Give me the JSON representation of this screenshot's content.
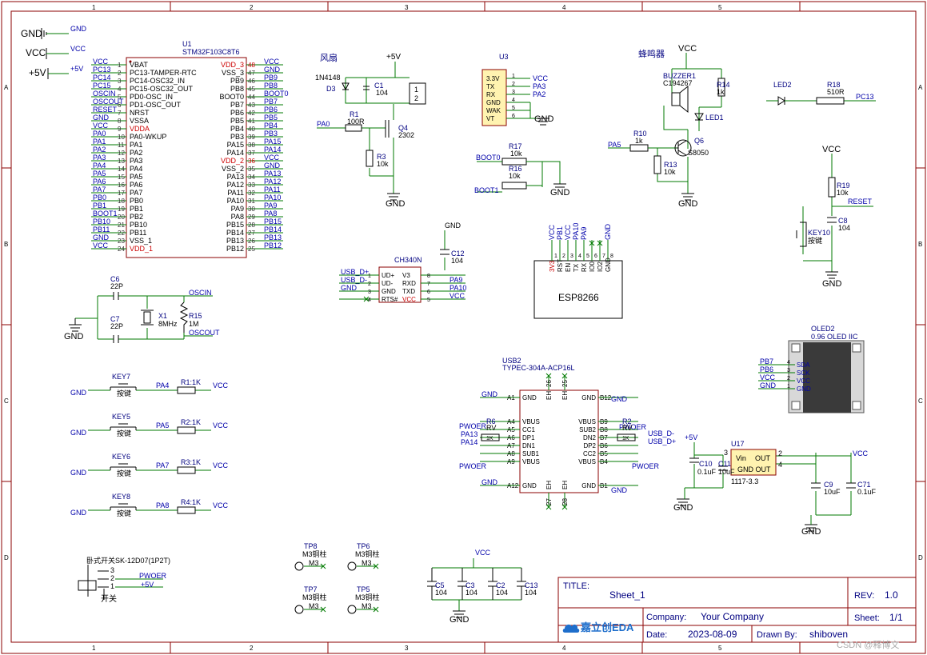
{
  "frame": {
    "cols": [
      "1",
      "2",
      "3",
      "4",
      "5"
    ],
    "rows": [
      "A",
      "B",
      "C",
      "D"
    ]
  },
  "power": {
    "gnd": "GND",
    "vcc": "VCC",
    "v5": "+5V"
  },
  "mcu": {
    "ref": "U1",
    "name": "STM32F103C8T6",
    "left": [
      "VBAT",
      "PC13-TAMPER-RTC",
      "PC14-OSC32_IN",
      "PC15-OSC32_OUT",
      "PD0-OSC_IN",
      "PD1-OSC_OUT",
      "NRST",
      "VSSA",
      "VDDA",
      "PA0-WKUP",
      "PA1",
      "PA2",
      "PA3",
      "PA4",
      "PA5",
      "PA6",
      "PA7",
      "PB0",
      "PB1",
      "PB2",
      "PB10",
      "PB11",
      "VSS_1",
      "VDD_1"
    ],
    "leftNums": [
      "1",
      "2",
      "3",
      "4",
      "5",
      "6",
      "7",
      "8",
      "9",
      "10",
      "11",
      "12",
      "13",
      "14",
      "15",
      "16",
      "17",
      "18",
      "19",
      "20",
      "21",
      "22",
      "23",
      "24"
    ],
    "leftNets": [
      "VCC",
      "PC13",
      "PC14",
      "PC15",
      "OSCIN",
      "OSCOUT",
      "RESET",
      "GND",
      "VCC",
      "PA0",
      "PA1",
      "PA2",
      "PA3",
      "PA4",
      "PA5",
      "PA6",
      "PA7",
      "PB0",
      "PB1",
      "BOOT1",
      "PB10",
      "PB11",
      "GND",
      "VCC"
    ],
    "right": [
      "VDD_3",
      "VSS_3",
      "PB9",
      "PB8",
      "BOOT0",
      "PB7",
      "PB6",
      "PB5",
      "PB4",
      "PB3",
      "PA15",
      "PA14",
      "VDD_2",
      "VSS_2",
      "PA13",
      "PA12",
      "PA11",
      "PA10",
      "PA9",
      "PA8",
      "PB15",
      "PB14",
      "PB13",
      "PB12"
    ],
    "rightNums": [
      "48",
      "47",
      "46",
      "45",
      "44",
      "43",
      "42",
      "41",
      "40",
      "39",
      "38",
      "37",
      "36",
      "35",
      "34",
      "33",
      "32",
      "31",
      "30",
      "29",
      "28",
      "27",
      "26",
      "25"
    ],
    "rightNets": [
      "VCC",
      "GND",
      "PB9",
      "PB8",
      "BOOT0",
      "PB7",
      "PB6",
      "PB5",
      "PB4",
      "PB3",
      "PA15",
      "PA14",
      "VCC",
      "GND",
      "PA13",
      "PA12",
      "PA11",
      "PA10",
      "PA9",
      "PA8",
      "PB15",
      "PB14",
      "PB13",
      "PB12"
    ]
  },
  "fan": {
    "title": "风扇",
    "d3": "D3",
    "d3v": "1N4148",
    "c1": "C1",
    "c1v": "104",
    "r1": "R1",
    "r1v": "100R",
    "r3": "R3",
    "r3v": "10k",
    "q4": "Q4",
    "q4v": "2302",
    "pa0": "PA0",
    "p1": "1",
    "p2": "2"
  },
  "u3": {
    "ref": "U3",
    "pins": [
      "3.3V",
      "TX",
      "RX",
      "GND",
      "WAK",
      "VT"
    ],
    "nets": [
      "VCC",
      "PA3",
      "PA2",
      "GND"
    ],
    "nums": [
      "1",
      "2",
      "3",
      "4",
      "5",
      "6"
    ]
  },
  "boot": {
    "r17": "R17",
    "r17v": "10k",
    "r16": "R16",
    "r16v": "10k",
    "boot0": "BOOT0",
    "boot1": "BOOT1"
  },
  "buzzer": {
    "title": "蜂鸣器",
    "bz": "BUZZER1",
    "bzv": "C194267",
    "r14": "R14",
    "r14v": "1k",
    "led1": "LED1",
    "r10": "R10",
    "r10v": "1k",
    "q6": "Q6",
    "q6v": "S8050",
    "r13": "R13",
    "r13v": "10k",
    "pa5": "PA5"
  },
  "led2": {
    "led": "LED2",
    "r18": "R18",
    "r18v": "510R",
    "net": "PC13"
  },
  "reset": {
    "r19": "R19",
    "r19v": "10k",
    "net": "RESET",
    "c8": "C8",
    "c8v": "104",
    "key": "KEY10",
    "keyv": "按键"
  },
  "ch340": {
    "ref": "CH340N",
    "pins": [
      "UD+",
      "UD-",
      "GND",
      "RTS#"
    ],
    "rpins": [
      "V3",
      "RXD",
      "TXD",
      "VCC"
    ],
    "lnets": [
      "USB_D+",
      "USB_D-",
      "GND"
    ],
    "rnets": [
      "PA9",
      "PA10",
      "VCC"
    ],
    "c12": "C12",
    "c12v": "104",
    "nums": [
      "1",
      "2",
      "3",
      "4",
      "8",
      "7",
      "6",
      "5"
    ]
  },
  "esp": {
    "name": "ESP8266",
    "pins": [
      "3V3",
      "RST",
      "EN",
      "TX",
      "RX",
      "IO0",
      "IO2",
      "GND"
    ],
    "nets": [
      "VCC",
      "PB1",
      "VCC",
      "PA10",
      "PA9",
      "GND"
    ],
    "nums": [
      "1",
      "2",
      "3",
      "4",
      "5",
      "6",
      "7",
      "8"
    ]
  },
  "osc": {
    "c6": "C6",
    "c6v": "22P",
    "c7": "C7",
    "c7v": "22P",
    "x1": "X1",
    "x1v": "8MHz",
    "r15": "R15",
    "r15v": "1M",
    "in": "OSCIN",
    "out": "OSCOUT"
  },
  "keys": [
    {
      "ref": "KEY7",
      "v": "按键",
      "net": "PA4",
      "r": "R1:1K"
    },
    {
      "ref": "KEY5",
      "v": "按键",
      "net": "PA5",
      "r": "R2:1K"
    },
    {
      "ref": "KEY6",
      "v": "按键",
      "net": "PA7",
      "r": "R3:1K"
    },
    {
      "ref": "KEY8",
      "v": "按键",
      "net": "PA8",
      "r": "R4:1K"
    }
  ],
  "usb": {
    "ref": "USB2",
    "name": "TYPEC-304A-ACP16L",
    "lpins": [
      "GND",
      "VBUS",
      "CC1",
      "DP1",
      "DN1",
      "SUB1",
      "VBUS",
      "GND"
    ],
    "rpins": [
      "GND",
      "VBUS",
      "SUB2",
      "DN2",
      "DP2",
      "CC2",
      "VBUS",
      "GND"
    ],
    "lnums": [
      "A1",
      "A4",
      "A5",
      "A6",
      "A7",
      "A8",
      "A9",
      "A12"
    ],
    "rnums": [
      "B12",
      "B9",
      "B8",
      "B7",
      "B6",
      "B5",
      "B4",
      "B1"
    ],
    "eh": "EH",
    "n26": "26",
    "n25": "25",
    "n27": "27",
    "n28": "28",
    "r6": "R6",
    "r6v": "1K",
    "r2": "R2",
    "r2v": "1K",
    "pwoer": "PWOER",
    "pa13": "PA13",
    "pa14": "PA14",
    "usbdm": "USB_D-",
    "usbdp": "USB_D+",
    "n1k": "1K",
    "rv": "RV"
  },
  "ldo": {
    "ref": "U17",
    "name": "1117-3.3",
    "vin": "Vin",
    "out": "OUT",
    "gnd": "GND OUT",
    "c10": "C10",
    "c10v": "0.1uF",
    "c11": "C11",
    "c11v": "10uF",
    "c9": "C9",
    "c9v": "10uF",
    "c71": "C71",
    "c71v": "0.1uF",
    "n3": "3",
    "n2": "2",
    "n4": "4"
  },
  "oled": {
    "ref": "OLED2",
    "name": "0.96 OLED IIC",
    "pins": [
      "SDA",
      "SCK",
      "VCC",
      "GND"
    ],
    "nets": [
      "PB7",
      "PB6",
      "VCC",
      "GND"
    ],
    "nums": [
      "4",
      "3",
      "2",
      "1"
    ]
  },
  "sw": {
    "name": "卧式开关SK-12D07(1P2T)",
    "label": "开关",
    "n3": "3",
    "n2": "2",
    "n1": "1",
    "pwoer": "PWOER",
    "v5": "+5V"
  },
  "tps": [
    {
      "ref": "TP8",
      "v": "M3铜柱",
      "p": "M3"
    },
    {
      "ref": "TP6",
      "v": "M3铜柱",
      "p": "M3"
    },
    {
      "ref": "TP7",
      "v": "M3铜柱",
      "p": "M3"
    },
    {
      "ref": "TP5",
      "v": "M3铜柱",
      "p": "M3"
    }
  ],
  "caps": [
    {
      "ref": "C5",
      "v": "104"
    },
    {
      "ref": "C3",
      "v": "104"
    },
    {
      "ref": "C2",
      "v": "104"
    },
    {
      "ref": "C13",
      "v": "104"
    }
  ],
  "title_block": {
    "title_label": "TITLE:",
    "title": "Sheet_1",
    "rev_label": "REV:",
    "rev": "1.0",
    "company_label": "Company:",
    "company": "Your Company",
    "sheet_label": "Sheet:",
    "sheet": "1/1",
    "date_label": "Date:",
    "date": "2023-08-09",
    "drawn_label": "Drawn By:",
    "drawn": "shiboven",
    "logo": "嘉立创EDA",
    "watermark": "CSDN @释博文"
  }
}
